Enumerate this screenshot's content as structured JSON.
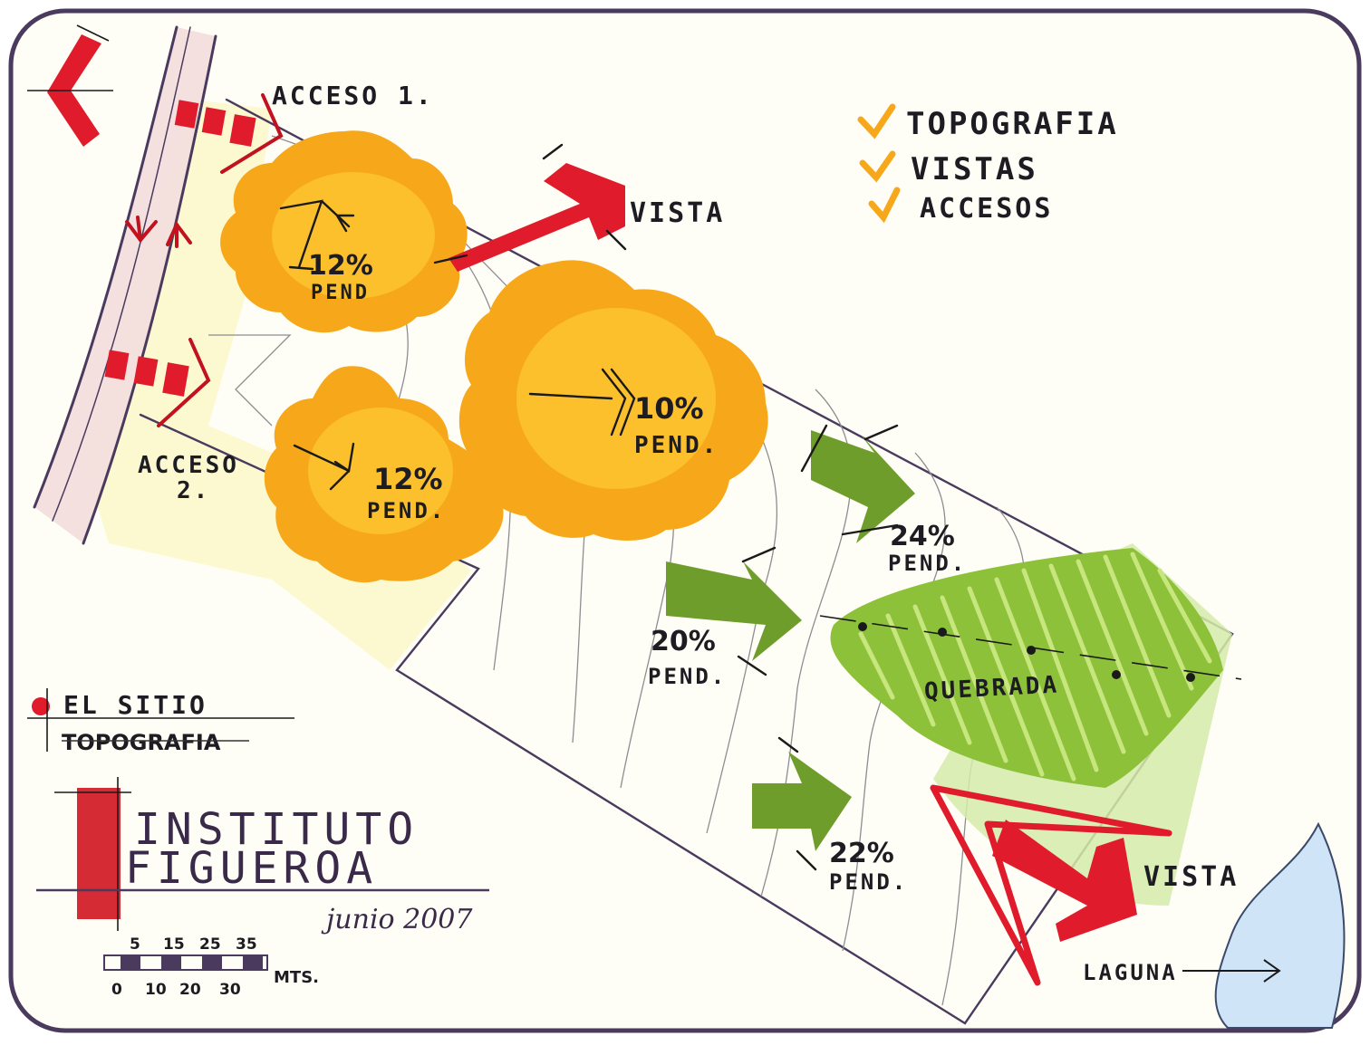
{
  "labels": {
    "acceso1": "ACCESO 1.",
    "acceso2_l1": "ACCESO",
    "acceso2_l2": "2.",
    "vista_top": "VISTA",
    "vista_bottom": "VISTA",
    "laguna": "LAGUNA",
    "quebrada": "QUEBRADA"
  },
  "checklist": [
    {
      "label": "TOPOGRAFIA"
    },
    {
      "label": "VISTAS"
    },
    {
      "label": "ACCESOS"
    }
  ],
  "slopes": {
    "s1": {
      "pct": "12%",
      "unit": "PEND"
    },
    "s2": {
      "pct": "12%",
      "unit": "PEND."
    },
    "s3": {
      "pct": "10%",
      "unit": "PEND."
    },
    "s4": {
      "pct": "24%",
      "unit": "PEND."
    },
    "s5": {
      "pct": "20%",
      "unit": "PEND."
    },
    "s6": {
      "pct": "22%",
      "unit": "PEND."
    }
  },
  "sheet": {
    "el_sitio": "EL SITIO",
    "topografia": "TOPOGRAFIA",
    "title_l1": "INSTITUTO",
    "title_l2": "FIGUEROA",
    "date": "junio 2007"
  },
  "scale": {
    "top_ticks": [
      "5",
      "15",
      "25",
      "35"
    ],
    "bottom_ticks": [
      "0",
      "10",
      "20",
      "30"
    ],
    "unit": "MTS."
  },
  "colors": {
    "red": "#e01b2b",
    "orange": "#f6a81a",
    "green": "#6f9d2c",
    "light_green": "#a7cf4c",
    "water": "#cfe4f6"
  }
}
